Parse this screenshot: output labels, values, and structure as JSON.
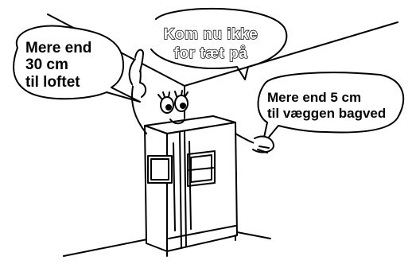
{
  "callouts": {
    "ceiling": [
      "Kom nu ikke",
      "for tæt på"
    ],
    "left": [
      "Mere end",
      "30 cm",
      "til loftet"
    ],
    "right": [
      "Mere end 5 cm",
      "til væggen bagved"
    ]
  },
  "colors": {
    "line": "#000000",
    "background": "#ffffff"
  }
}
